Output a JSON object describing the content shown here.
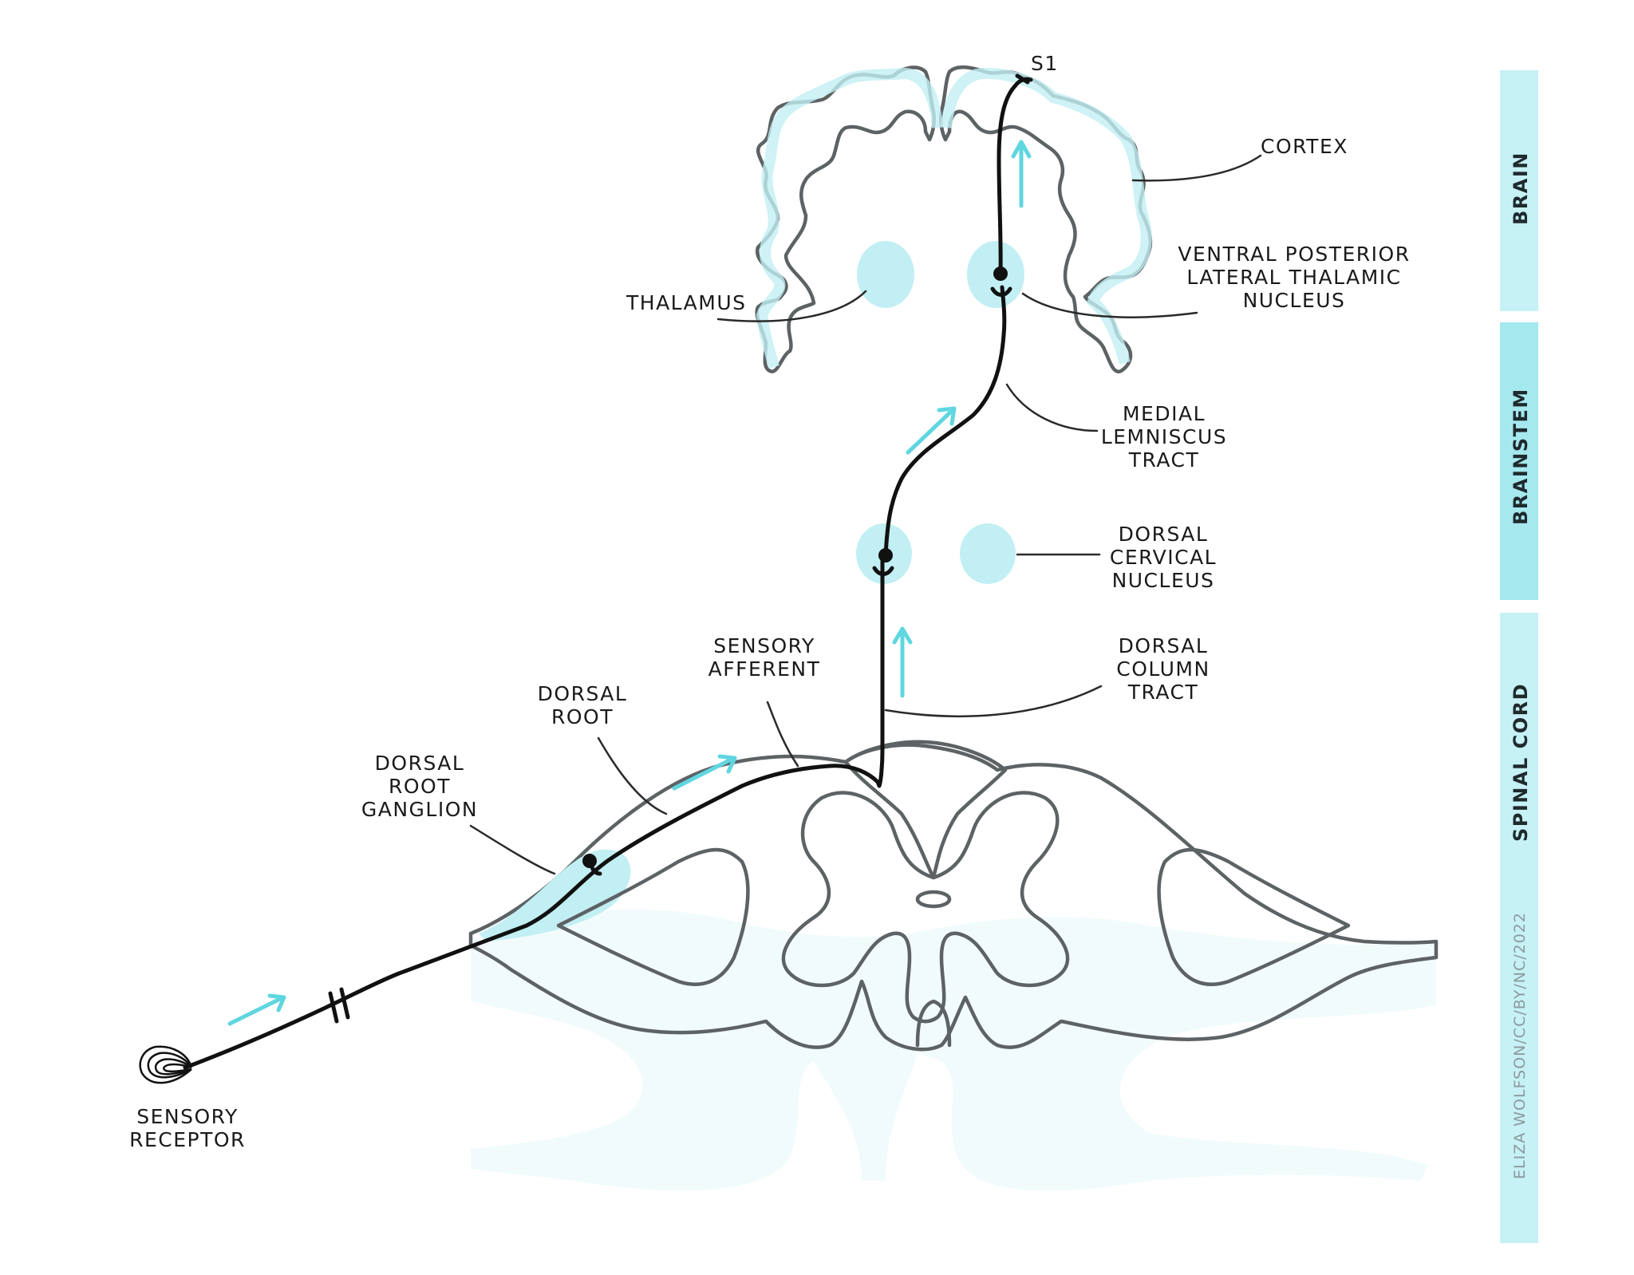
{
  "colors": {
    "light_cyan": "#def6f8",
    "cyan": "#c2eff3",
    "gray_matter": "#a8ecf1",
    "outline": "#5d6264",
    "arrow": "#5fd6e0",
    "side_brain": "#c6f1f5",
    "side_brainstem": "#a5e9ef",
    "side_spinal": "#c6f1f5"
  },
  "labels": {
    "s1": "S1",
    "cortex": "CORTEX",
    "thalamus": "THALAMUS",
    "vpl": [
      "VENTRAL POSTERIOR",
      "LATERAL THALAMIC",
      "NUCLEUS"
    ],
    "medial_lemniscus": [
      "MEDIAL",
      "LEMNISCUS",
      "TRACT"
    ],
    "dorsal_cervical": [
      "DORSAL",
      "CERVICAL",
      "NUCLEUS"
    ],
    "dorsal_column": [
      "DORSAL",
      "COLUMN",
      "TRACT"
    ],
    "sensory_afferent": [
      "SENSORY",
      "AFFERENT"
    ],
    "dorsal_root": [
      "DORSAL",
      "ROOT"
    ],
    "drg": [
      "DORSAL",
      "ROOT",
      "GANGLION"
    ],
    "receptor": [
      "SENSORY",
      "RECEPTOR"
    ]
  },
  "sidebar": {
    "brain": "BRAIN",
    "brainstem": "BRAINSTEM",
    "spinal_cord": "SPINAL CORD",
    "credit": "ELIZA WOLFSON/CC/BY/NC/2022"
  }
}
